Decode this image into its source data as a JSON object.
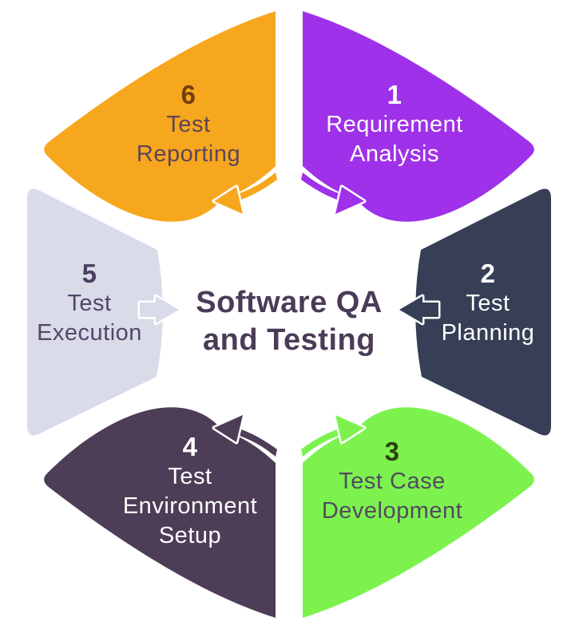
{
  "background_color": "#ffffff",
  "diagram_title": {
    "line1": "Software QA",
    "line2": "and Testing",
    "color": "#4a3b57"
  },
  "petals": [
    {
      "number": "1",
      "lines": [
        "Requirement",
        "Analysis"
      ],
      "color": "#9e31e9",
      "number_color": "#ffffff",
      "label_color": "#ffffff",
      "arrow_direction": "toward-center"
    },
    {
      "number": "2",
      "lines": [
        "Test",
        "Planning"
      ],
      "color": "#363f55",
      "number_color": "#ffffff",
      "label_color": "#ffffff",
      "arrow_direction": "toward-center"
    },
    {
      "number": "3",
      "lines": [
        "Test Case",
        "Development"
      ],
      "color": "#7df24f",
      "number_color": "#2a420f",
      "label_color": "#514b5e",
      "arrow_direction": "toward-center"
    },
    {
      "number": "4",
      "lines": [
        "Test",
        "Environment",
        "Setup"
      ],
      "color": "#4d3d57",
      "number_color": "#ffffff",
      "label_color": "#ffffff",
      "arrow_direction": "toward-center"
    },
    {
      "number": "5",
      "lines": [
        "Test",
        "Execution"
      ],
      "color": "#d9dbe8",
      "number_color": "#4c3f61",
      "label_color": "#524667",
      "arrow_direction": "toward-center"
    },
    {
      "number": "6",
      "lines": [
        "Test",
        "Reporting"
      ],
      "color": "#f7a71d",
      "number_color": "#743d0c",
      "label_color": "#5d4657",
      "arrow_direction": "toward-center"
    }
  ]
}
